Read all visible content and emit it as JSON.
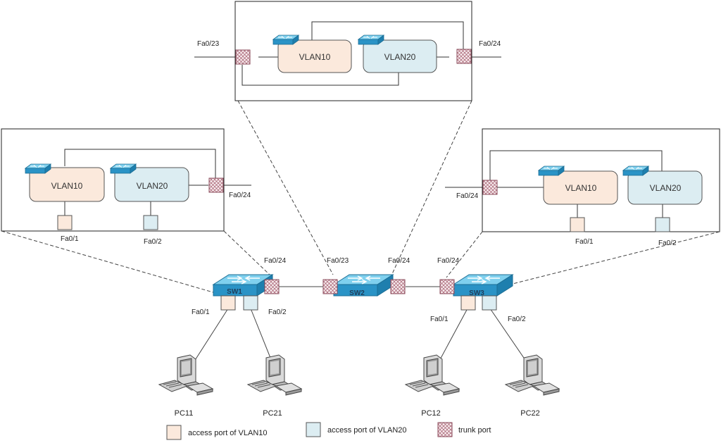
{
  "colors": {
    "vlan10": "#fbe9dc",
    "vlan20": "#dcedf2",
    "trunk_fill": "#f5e8ea",
    "trunk_stroke": "#9a4f62",
    "switch_blue": "#2e9ccf",
    "line": "#444444"
  },
  "detail_sw2": {
    "port_left": "Fa0/23",
    "port_right": "Fa0/24",
    "vlan_a": "VLAN10",
    "vlan_b": "VLAN20"
  },
  "detail_sw1": {
    "port_trunk": "Fa0/24",
    "port_a": "Fa0/1",
    "port_b": "Fa0/2",
    "vlan_a": "VLAN10",
    "vlan_b": "VLAN20"
  },
  "detail_sw3": {
    "port_trunk": "Fa0/24",
    "port_a": "Fa0/1",
    "port_b": "Fa0/2",
    "vlan_a": "VLAN10",
    "vlan_b": "VLAN20"
  },
  "switches": {
    "sw1": {
      "name": "SW1",
      "port_trunk": "Fa0/24",
      "port_a": "Fa0/1",
      "port_b": "Fa0/2"
    },
    "sw2": {
      "name": "SW2",
      "port_left": "Fa0/23",
      "port_right": "Fa0/24"
    },
    "sw3": {
      "name": "SW3",
      "port_trunk": "Fa0/24",
      "port_a": "Fa0/1",
      "port_b": "Fa0/2"
    }
  },
  "pcs": {
    "pc11": "PC11",
    "pc21": "PC21",
    "pc12": "PC12",
    "pc22": "PC22"
  },
  "legend": {
    "vlan10": "access port of VLAN10",
    "vlan20": "access port of VLAN20",
    "trunk": "trunk port"
  }
}
